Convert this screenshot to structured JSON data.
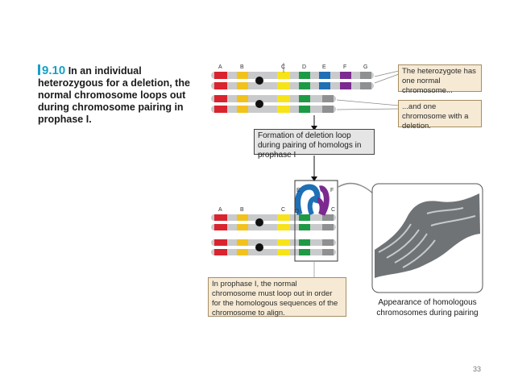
{
  "figure": {
    "number": "9.10",
    "title": "In an individual heterozygous for a deletion, the normal chromosome loops out during chromosome pairing in prophase I."
  },
  "labels_top": [
    "A",
    "B",
    "C",
    "D",
    "E",
    "F",
    "G"
  ],
  "labels_loop": {
    "left": [
      "A",
      "B",
      "C",
      "D"
    ],
    "loop": [
      "E",
      "F"
    ],
    "right": "C"
  },
  "callouts": {
    "normal": "The heterozygote has one normal chromosome...",
    "deletion": "...and one chromosome with a deletion.",
    "formation": "Formation of deletion loop during pairing of homologs in prophase I",
    "prophase": "In prophase I, the normal chromosome must loop out in order for the homologous sequences of the chromosome to align.",
    "appearance": "Appearance of homologous chromosomes during pairing"
  },
  "page_number": "33",
  "colors": {
    "A": "#d9232e",
    "B": "#f2c21c",
    "C": "#f7e31a",
    "D": "#1e9a45",
    "E": "#1f6fb5",
    "F": "#7b2a8f",
    "G": "#8f9092",
    "chromatid": "#c9cacc",
    "centromere": "#111111"
  }
}
